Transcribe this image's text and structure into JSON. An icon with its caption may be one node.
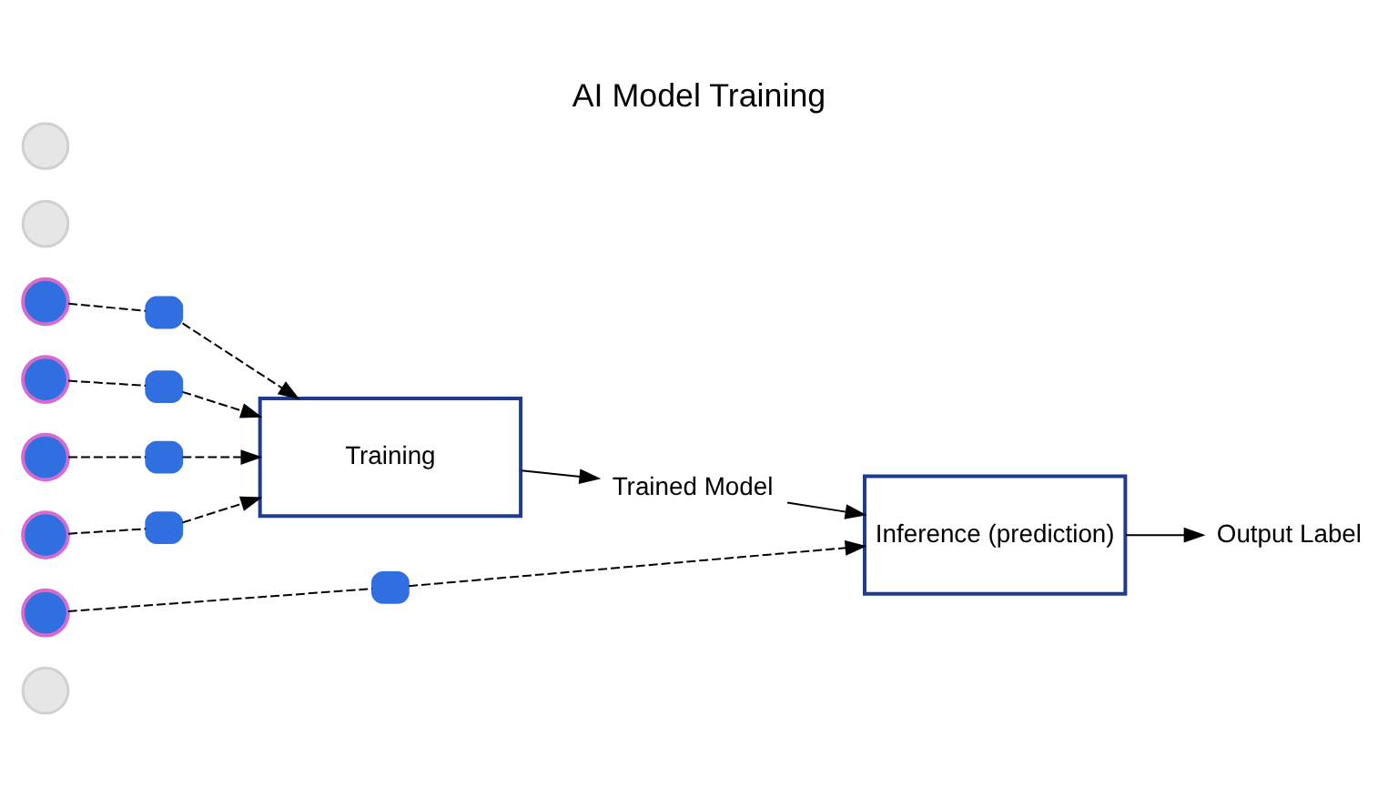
{
  "diagram": {
    "title": "AI Model Training",
    "nodes": [
      {
        "text": [],
        "shape": "person"
      },
      {
        "text": [],
        "shape": "person"
      },
      {
        "text": [],
        "shape": "box"
      },
      {
        "text": [],
        "shape": "person"
      },
      {
        "text": [],
        "shape": "box"
      },
      {
        "text": [],
        "shape": "person"
      },
      {
        "text": [],
        "shape": "person"
      },
      {
        "text": [],
        "shape": "box"
      },
      {
        "text": [],
        "shape": "person"
      },
      {
        "text": [],
        "shape": "person"
      },
      {
        "text": [],
        "shape": "box"
      },
      {
        "text": [
          "Training"
        ]
      },
      {
        "text": [
          "Trained Model"
        ]
      },
      {
        "text": [],
        "shape": "person"
      },
      {
        "text": [],
        "shape": "box"
      },
      {
        "text": [
          "Inference (prediction)"
        ]
      },
      {
        "text": [
          "Output Label"
        ]
      }
    ],
    "edges": [
      {
        "from": 1,
        "to": 2,
        "arrow": "none",
        "style": "dashed"
      },
      {
        "from": 2,
        "to": 11,
        "arrow": "to",
        "style": "dashed"
      },
      {
        "from": 3,
        "to": 4,
        "arrow": "none",
        "style": "dashed"
      },
      {
        "from": 4,
        "to": 11,
        "arrow": "to",
        "style": "dashed"
      },
      {
        "from": 6,
        "to": 7,
        "arrow": "none",
        "style": "dashed"
      },
      {
        "from": 7,
        "to": 11,
        "arrow": "to",
        "style": "dashed"
      },
      {
        "from": 9,
        "to": 10,
        "arrow": "none",
        "style": "dashed"
      },
      {
        "from": 10,
        "to": 11,
        "arrow": "to",
        "style": "dashed"
      },
      {
        "from": 11,
        "to": 12,
        "arrow": "to"
      },
      {
        "from": 12,
        "to": 15,
        "arrow": "to"
      },
      {
        "from": 13,
        "to": 14,
        "arrow": "none",
        "style": "dashed"
      },
      {
        "from": 14,
        "to": 15,
        "arrow": "to",
        "style": "dashed"
      },
      {
        "from": 15,
        "to": 16,
        "arrow": "to"
      }
    ]
  }
}
